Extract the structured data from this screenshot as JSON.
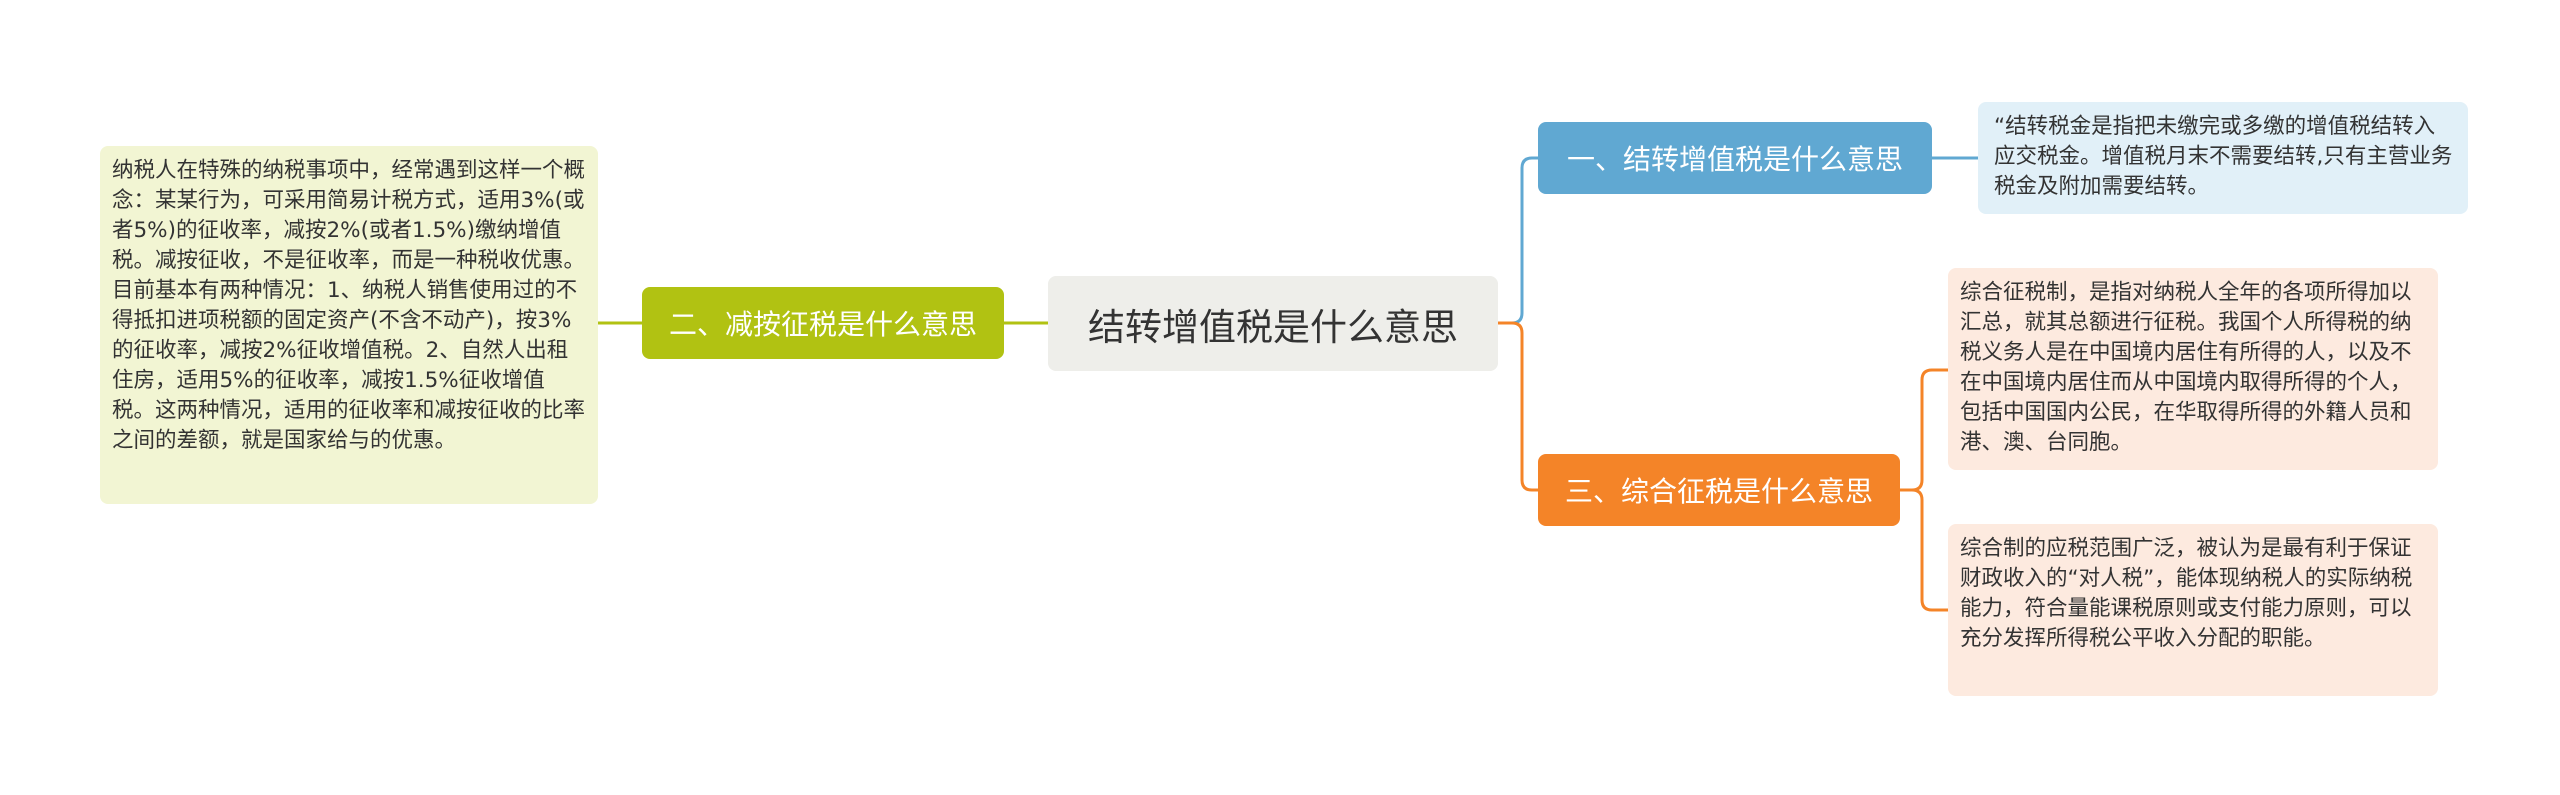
{
  "mindmap": {
    "center": {
      "title": "结转增值税是什么意思"
    },
    "branches": [
      {
        "label": "一、结转增值税是什么意思",
        "color": "#60a8d2",
        "leaves": [
          "“结转税金是指把未缴完或多缴的增值税结转入应交税金。增值税月末不需要结转,只有主营业务税金及附加需要结转。"
        ]
      },
      {
        "label": "二、减按征税是什么意思",
        "color": "#b1c212",
        "leaves": [
          "纳税人在特殊的纳税事项中，经常遇到这样一个概念：某某行为，可采用简易计税方式，适用3%(或者5%)的征收率，减按2%(或者1.5%)缴纳增值税。减按征收，不是征收率，而是一种税收优惠。目前基本有两种情况：1、纳税人销售使用过的不得抵扣进项税额的固定资产(不含不动产)，按3%的征收率，减按2%征收增值税。2、自然人出租住房，适用5%的征收率，减按1.5%征收增值税。这两种情况，适用的征收率和减按征收的比率之间的差额，就是国家给与的优惠。"
        ]
      },
      {
        "label": "三、综合征税是什么意思",
        "color": "#f48428",
        "leaves": [
          "综合征税制，是指对纳税人全年的各项所得加以汇总，就其总额进行征税。我国个人所得税的纳税义务人是在中国境内居住有所得的人，以及不在中国境内居住而从中国境内取得所得的个人，包括中国国内公民，在华取得所得的外籍人员和港、澳、台同胞。",
          "综合制的应税范围广泛，被认为是最有利于保证财政收入的“对人税”，能体现纳税人的实际纳税能力，符合量能课税原则或支付能力原则，可以充分发挥所得税公平收入分配的职能。"
        ]
      }
    ]
  }
}
